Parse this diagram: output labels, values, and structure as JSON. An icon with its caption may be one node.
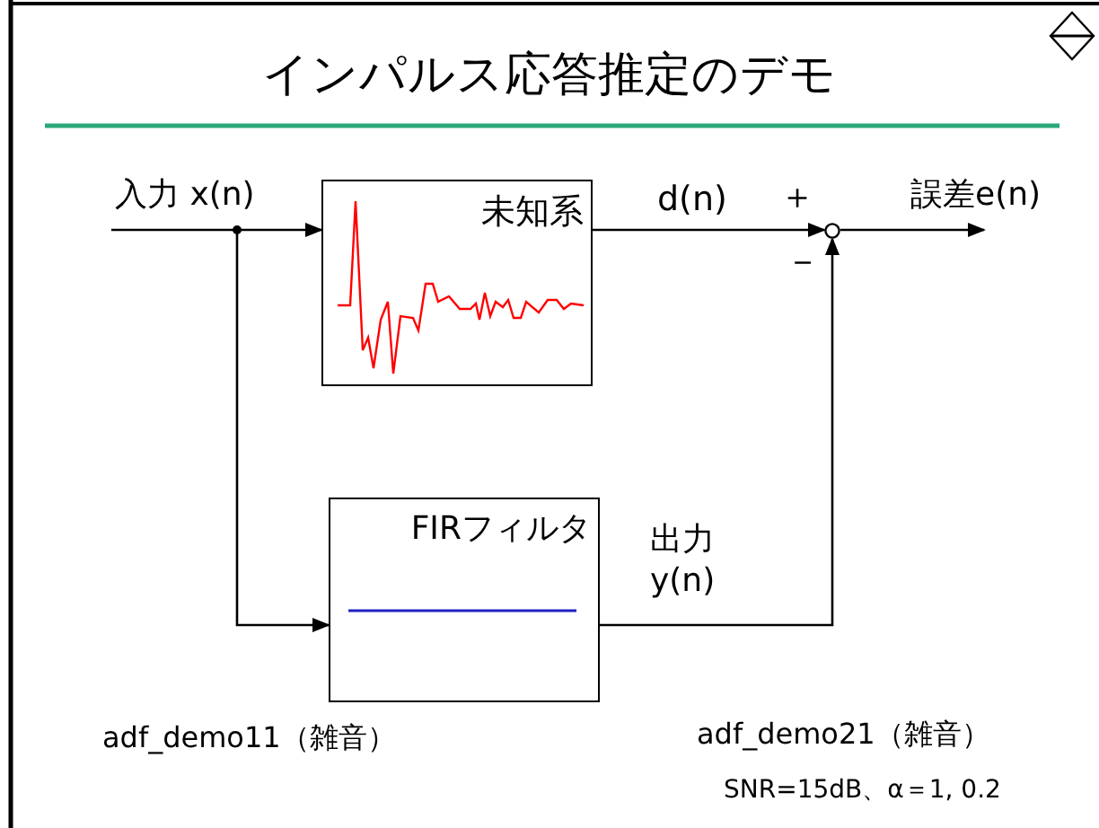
{
  "diagram": {
    "title": "インパルス応答推定のデモ",
    "nodes": [
      {
        "text": [
          "入力 x(n)"
        ]
      },
      {
        "text": [
          "未知系"
        ]
      },
      {
        "text": [
          "FIRフィルタ"
        ]
      },
      {
        "text": [],
        "shape": "circle"
      },
      {
        "text": [
          "誤差e(n)"
        ]
      }
    ],
    "edges": [
      {
        "from": 0,
        "to": 1,
        "arrow": "to"
      },
      {
        "from": 0,
        "to": 2,
        "arrow": "to"
      },
      {
        "from": 1,
        "to": 3,
        "arrow": "to",
        "label": "d(n)"
      },
      {
        "from": 2,
        "to": 3,
        "arrow": "to",
        "label": "出力 y(n)"
      },
      {
        "from": 3,
        "to": 4,
        "arrow": "to"
      }
    ],
    "labels": [
      "＋",
      "－",
      "adf_demo11（雑音）",
      "adf_demo21（雑音）",
      "SNR=15dB、α＝1, 0.2"
    ]
  }
}
